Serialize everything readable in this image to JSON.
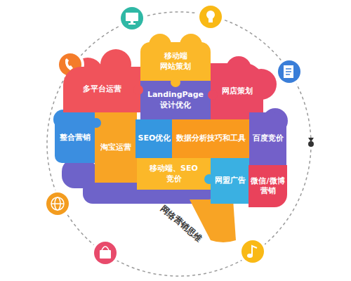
{
  "diagram": {
    "nodes": [
      {
        "text": [
          "移动端 网站策划"
        ]
      },
      {
        "text": [
          "多平台运营"
        ]
      },
      {
        "text": [
          "LandingPage 设计优化"
        ]
      },
      {
        "text": [
          "网店策划"
        ]
      },
      {
        "text": [
          "整合营销"
        ]
      },
      {
        "text": [
          "淘宝运营"
        ]
      },
      {
        "text": [
          "SEO优化"
        ]
      },
      {
        "text": [
          "数据分析技巧和工具"
        ]
      },
      {
        "text": [
          "百度竞价"
        ]
      },
      {
        "text": [
          "移动端、SEO 竞价"
        ]
      },
      {
        "text": [
          "网盟广告"
        ]
      },
      {
        "text": [
          "微信/微博 营销"
        ]
      }
    ],
    "labels": [
      "网络营销思维"
    ]
  }
}
